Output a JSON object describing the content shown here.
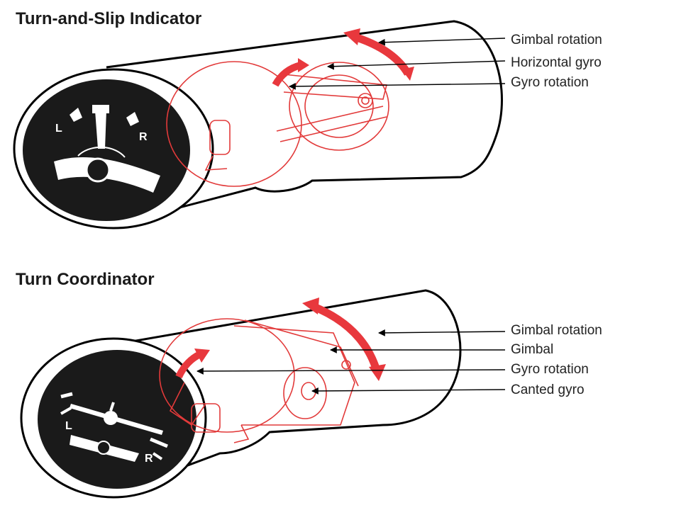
{
  "colors": {
    "ink": "#000000",
    "accent_red": "#e8383d",
    "thin_red": "#e23a3a",
    "dial_face": "#1a1a1a",
    "background": "#ffffff"
  },
  "turn_slip": {
    "title": "Turn-and-Slip Indicator",
    "dial": {
      "left_mark": "L",
      "right_mark": "R"
    },
    "labels": [
      "Gimbal rotation",
      "Horizontal gyro",
      "Gyro rotation"
    ]
  },
  "turn_coordinator": {
    "title": "Turn Coordinator",
    "dial": {
      "left_mark": "L",
      "right_mark": "R"
    },
    "labels": [
      "Gimbal rotation",
      "Gimbal",
      "Gyro rotation",
      "Canted gyro"
    ]
  }
}
